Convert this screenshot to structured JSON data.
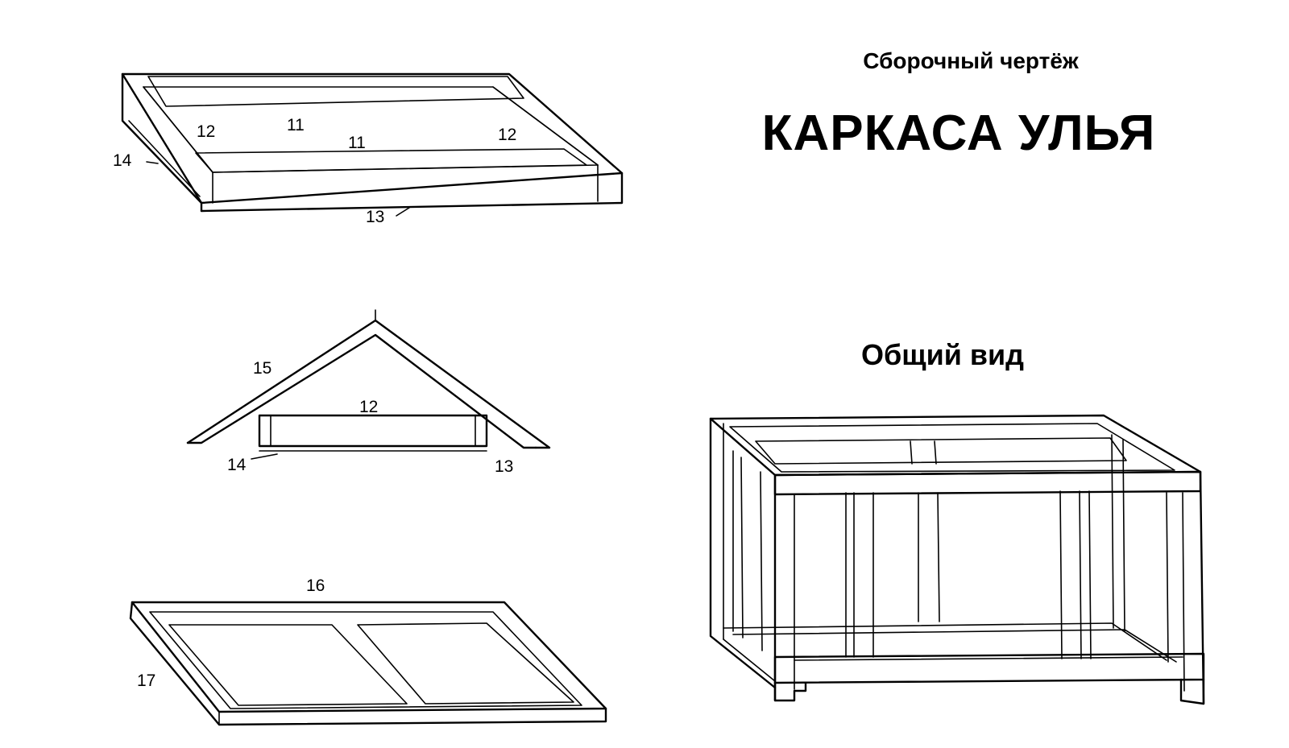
{
  "titles": {
    "assembly": "Сборочный чертёж",
    "main": "КАРКАСА УЛЬЯ",
    "general_view": "Общий вид"
  },
  "part_labels": {
    "top_frame": [
      "12",
      "11",
      "11",
      "12",
      "14",
      "13"
    ],
    "roof": [
      "15",
      "12",
      "14",
      "13"
    ],
    "base": [
      "16",
      "17"
    ]
  }
}
